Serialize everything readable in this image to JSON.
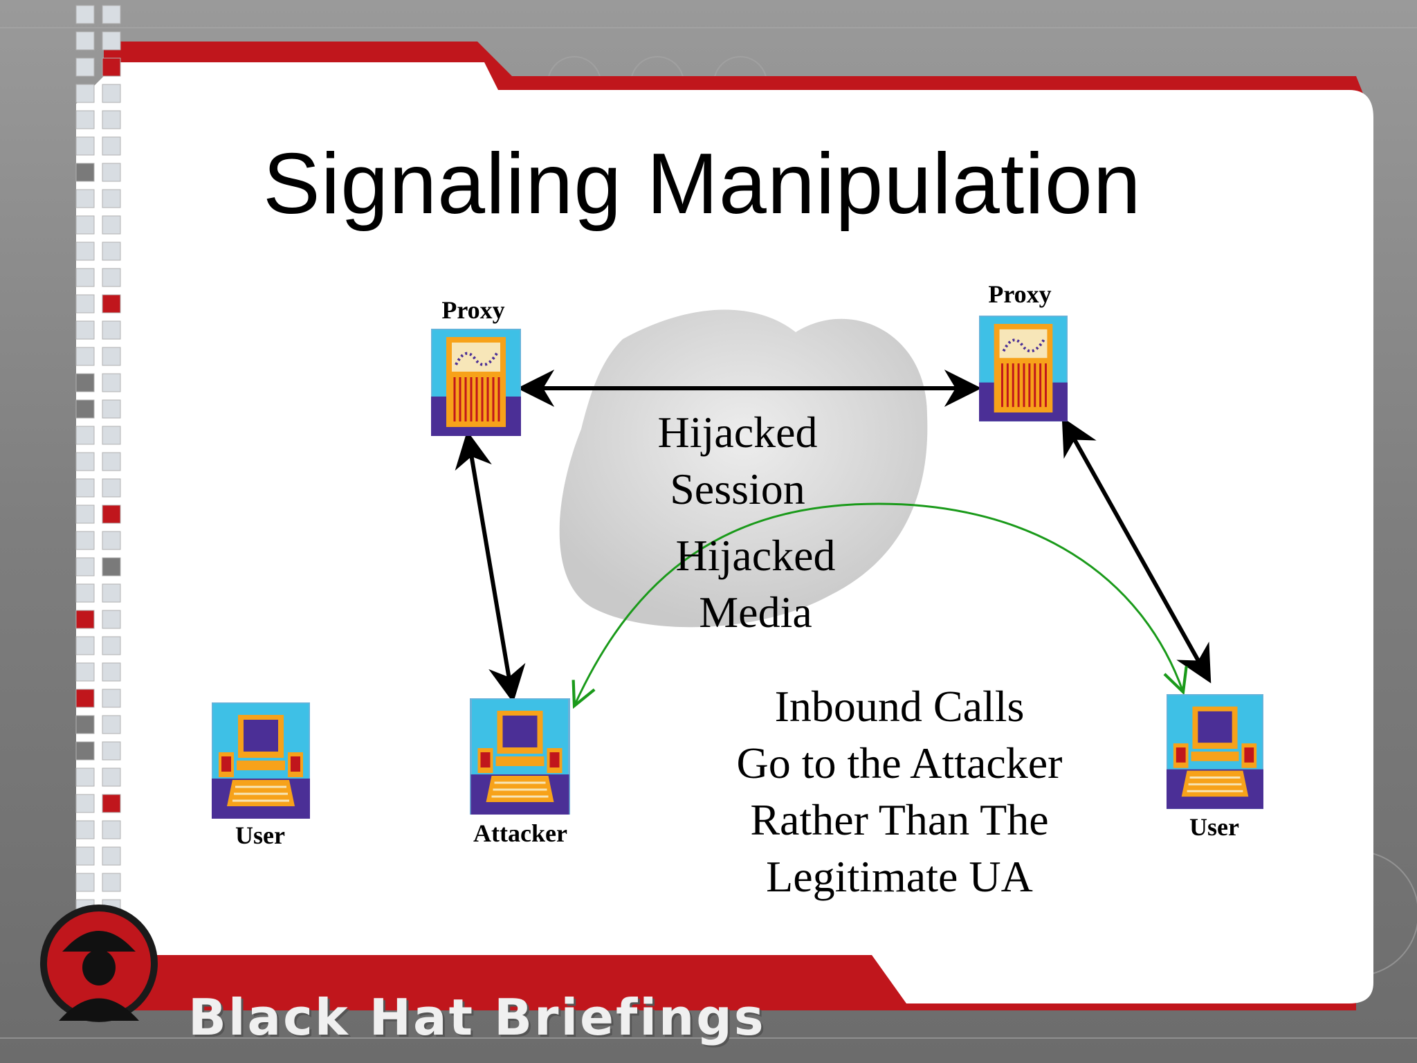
{
  "slide": {
    "title": "Signaling Manipulation",
    "footer_brand": "Black Hat Briefings",
    "footer_logo_icon": "black-hat-logo-icon"
  },
  "colors": {
    "accent_red": "#c0161c",
    "panel": "#ffffff",
    "cloud": "#d6d6d6",
    "icon_bg": "#3ec0e6",
    "icon_base": "#4b2f96",
    "icon_orange": "#f7a21a",
    "green_arrow": "#1a9a1a"
  },
  "nodes": {
    "proxy_left": {
      "label": "Proxy",
      "icon": "proxy-server-icon"
    },
    "proxy_right": {
      "label": "Proxy",
      "icon": "proxy-server-icon"
    },
    "user_left": {
      "label": "User",
      "icon": "workstation-icon"
    },
    "attacker": {
      "label": "Attacker",
      "icon": "workstation-icon"
    },
    "user_right": {
      "label": "User",
      "icon": "workstation-icon"
    }
  },
  "labels": {
    "hijacked_session": [
      "Hijacked",
      "Session"
    ],
    "hijacked_media": [
      "Hijacked",
      "Media"
    ],
    "inbound_note": [
      "Inbound Calls",
      "Go to the Attacker",
      "Rather Than The",
      "Legitimate UA"
    ]
  }
}
